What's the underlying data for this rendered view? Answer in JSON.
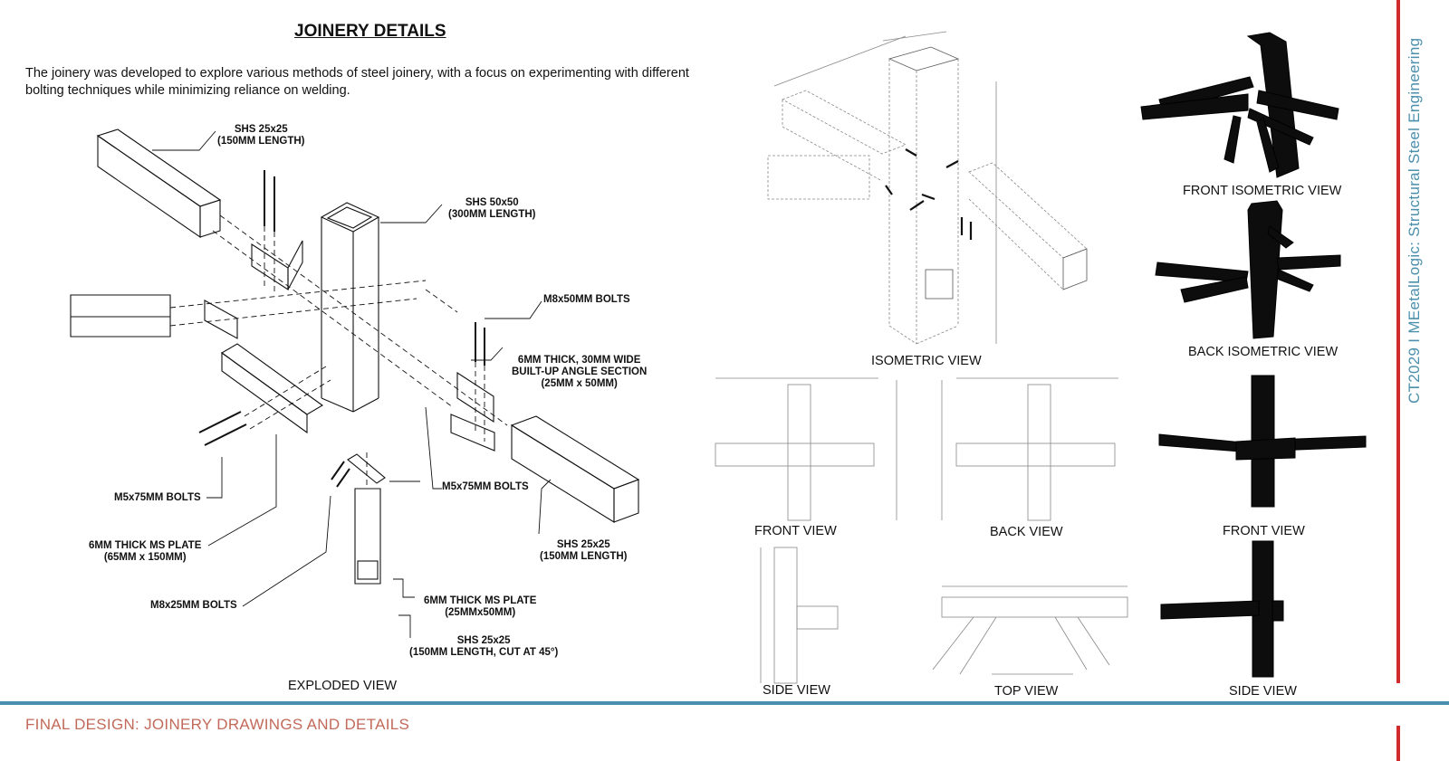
{
  "page": {
    "title": "JOINERY DETAILS",
    "intro": "The joinery was developed to explore various methods of steel joinery, with a focus on experimenting with different bolting techniques while minimizing reliance on welding.",
    "footer": "FINAL DESIGN: JOINERY DRAWINGS AND DETAILS",
    "side_title": "CT2029 I MEetalLogic: Structural Steel Engineering"
  },
  "exploded": {
    "view_label": "EXPLODED VIEW",
    "labels": {
      "shs25_top_1": "SHS 25x25",
      "shs25_top_2": "(150MM LENGTH)",
      "shs50_1": "SHS 50x50",
      "shs50_2": "(300MM LENGTH)",
      "m8x50": "M8x50MM BOLTS",
      "angle_1": "6MM THICK, 30MM WIDE",
      "angle_2": "BUILT-UP ANGLE SECTION",
      "angle_3": "(25MM x 50MM)",
      "m5x75_right": "M5x75MM BOLTS",
      "m5x75_left": "M5x75MM BOLTS",
      "plate65_1": "6MM THICK MS PLATE",
      "plate65_2": "(65MM x 150MM)",
      "m8x25": "M8x25MM BOLTS",
      "plate25_1": "6MM THICK MS PLATE",
      "plate25_2": "(25MMx50MM)",
      "shs25_right_1": "SHS 25x25",
      "shs25_right_2": "(150MM LENGTH)",
      "shs25_cut_1": "SHS 25x25",
      "shs25_cut_2": "(150MM LENGTH, CUT AT 45°)"
    }
  },
  "drawings": {
    "isometric": "ISOMETRIC VIEW",
    "front": "FRONT VIEW",
    "back": "BACK VIEW",
    "side": "SIDE VIEW",
    "top": "TOP VIEW"
  },
  "renders": {
    "front_iso": "FRONT ISOMETRIC VIEW",
    "back_iso": "BACK ISOMETRIC VIEW",
    "front": "FRONT VIEW",
    "side": "SIDE VIEW"
  },
  "colors": {
    "accent_blue": "#4a8fac",
    "accent_red": "#d12b2b",
    "footer_text": "#c26a5a"
  }
}
